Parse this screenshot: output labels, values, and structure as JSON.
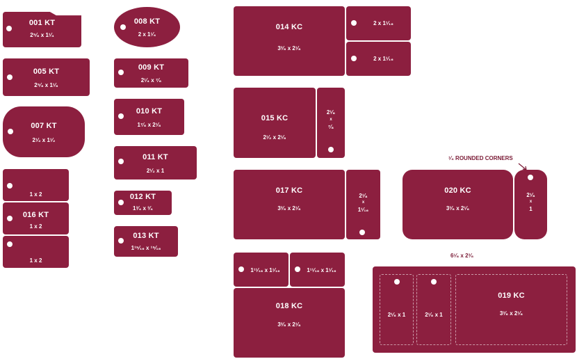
{
  "tags": {
    "t001": {
      "code": "001 KT",
      "size": "2⁵⁄₈ x 1¹⁄₄"
    },
    "t005": {
      "code": "005 KT",
      "size": "2⁵⁄₈ x 1¹⁄₈"
    },
    "t007": {
      "code": "007 KT",
      "size": "2¹⁄₂ x 1¹⁄₂"
    },
    "t016": {
      "code": "016 KT",
      "size_top": "1 x 2",
      "size_mid": "1 x 2",
      "size_bot": "1 x 2"
    },
    "t008": {
      "code": "008 KT",
      "size": "2 x 1¹⁄₄"
    },
    "t009": {
      "code": "009 KT",
      "size": "2¹⁄₄ x ⁷⁄₈"
    },
    "t010": {
      "code": "010 KT",
      "size": "1⁷⁄₈ x 2¹⁄₈"
    },
    "t011": {
      "code": "011 KT",
      "size": "2¹⁄₂ x 1"
    },
    "t012": {
      "code": "012 KT",
      "size": "1³⁄₄ x ³⁄₄"
    },
    "t013": {
      "code": "013 KT",
      "size": "1¹⁵⁄₁₆ x ¹⁵⁄₁₆"
    },
    "t014": {
      "code": "014 KC",
      "size": "3³⁄₈ x 2¹⁄₈",
      "stub_top": "2 x 1¹⁄₁₆",
      "stub_bot": "2 x 1¹⁄₁₆"
    },
    "t015": {
      "code": "015 KC",
      "size": "2¹⁄₂ x 2¹⁄₈",
      "stub_a": "2¹⁄₈",
      "stub_x": "x",
      "stub_b": "⁷⁄₈"
    },
    "t017": {
      "code": "017 KC",
      "size": "3³⁄₈ x 2¹⁄₈",
      "stub_a": "2¹⁄₈",
      "stub_x": "x",
      "stub_b": "1¹⁄₁₆"
    },
    "t018": {
      "code": "018 KC",
      "size": "3³⁄₈ x 2¹⁄₈",
      "stub_left": "1¹¹⁄₁₆ x 1¹⁄₁₆",
      "stub_right": "1¹¹⁄₁₆ x 1¹⁄₁₆"
    },
    "t019": {
      "code": "019 KC",
      "size": "3³⁄₈ x 2¹⁄₈",
      "stub_left": "2¹⁄₈ x 1",
      "stub_right": "2¹⁄₈ x 1",
      "overall": "6¹⁄₈ x 2³⁄₈"
    },
    "t020": {
      "code": "020 KC",
      "size": "3³⁄₈ x 2¹⁄₈",
      "stub_a": "2¹⁄₈",
      "stub_x": "x",
      "stub_b": "1",
      "note": "¹⁄₄ ROUNDED CORNERS"
    }
  },
  "colors": {
    "tag": "#8c1f3f",
    "background": "#ffffff"
  }
}
